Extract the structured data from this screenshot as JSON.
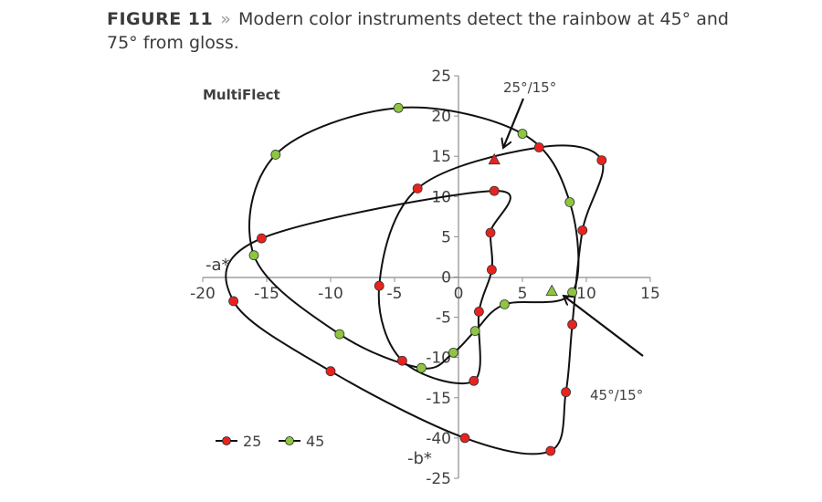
{
  "caption": {
    "figure_label": "FIGURE 11",
    "separator": "»",
    "text": "Modern color instruments detect the rainbow at 45° and 75° from gloss."
  },
  "chart_data": {
    "type": "line",
    "title": "MultiFlect",
    "x_axis_label": "-a*",
    "y_axis_label": "-b*",
    "xlim": [
      -20,
      15
    ],
    "ylim": [
      -25,
      25
    ],
    "x_ticks": [
      "-20",
      "-15",
      "-10",
      "-5",
      "0",
      "5",
      "10",
      "15"
    ],
    "y_ticks": [
      "25",
      "20",
      "15",
      "10",
      "5",
      "0",
      "-5",
      "-10",
      "-15",
      "-40",
      "-25"
    ],
    "legend_position": "bottom-left",
    "colors": {
      "series_25": "#e8231f",
      "series_45": "#8dc63f",
      "line": "#111111"
    },
    "series": [
      {
        "name": "25",
        "points": [
          [
            -15.4,
            4.8
          ],
          [
            -17.6,
            -3.0
          ],
          [
            -10.0,
            -11.7
          ],
          [
            0.5,
            -20.0
          ],
          [
            7.2,
            -21.6
          ],
          [
            8.4,
            -14.3
          ],
          [
            8.9,
            -5.9
          ],
          [
            9.7,
            5.8
          ],
          [
            11.2,
            14.5
          ],
          [
            6.3,
            16.1
          ],
          [
            -3.2,
            11.0
          ],
          [
            -6.2,
            -1.1
          ],
          [
            -4.4,
            -10.4
          ],
          [
            1.2,
            -12.9
          ],
          [
            1.6,
            -4.3
          ],
          [
            2.6,
            0.9
          ],
          [
            2.5,
            5.5
          ],
          [
            2.8,
            10.7
          ]
        ]
      },
      {
        "name": "45",
        "points": [
          [
            -16.0,
            2.7
          ],
          [
            -9.3,
            -7.1
          ],
          [
            -2.9,
            -11.3
          ],
          [
            -0.4,
            -9.4
          ],
          [
            1.3,
            -6.7
          ],
          [
            3.6,
            -3.4
          ],
          [
            8.9,
            -1.9
          ],
          [
            8.7,
            9.3
          ],
          [
            5.0,
            17.8
          ],
          [
            -4.7,
            21.0
          ],
          [
            -14.3,
            15.2
          ]
        ]
      }
    ],
    "markers": [
      {
        "label": "25°/15°",
        "point": [
          2.8,
          14.6
        ],
        "color": "#e8231f"
      },
      {
        "label": "45°/15°",
        "point": [
          7.3,
          -1.7
        ],
        "color": "#8dc63f"
      }
    ]
  }
}
